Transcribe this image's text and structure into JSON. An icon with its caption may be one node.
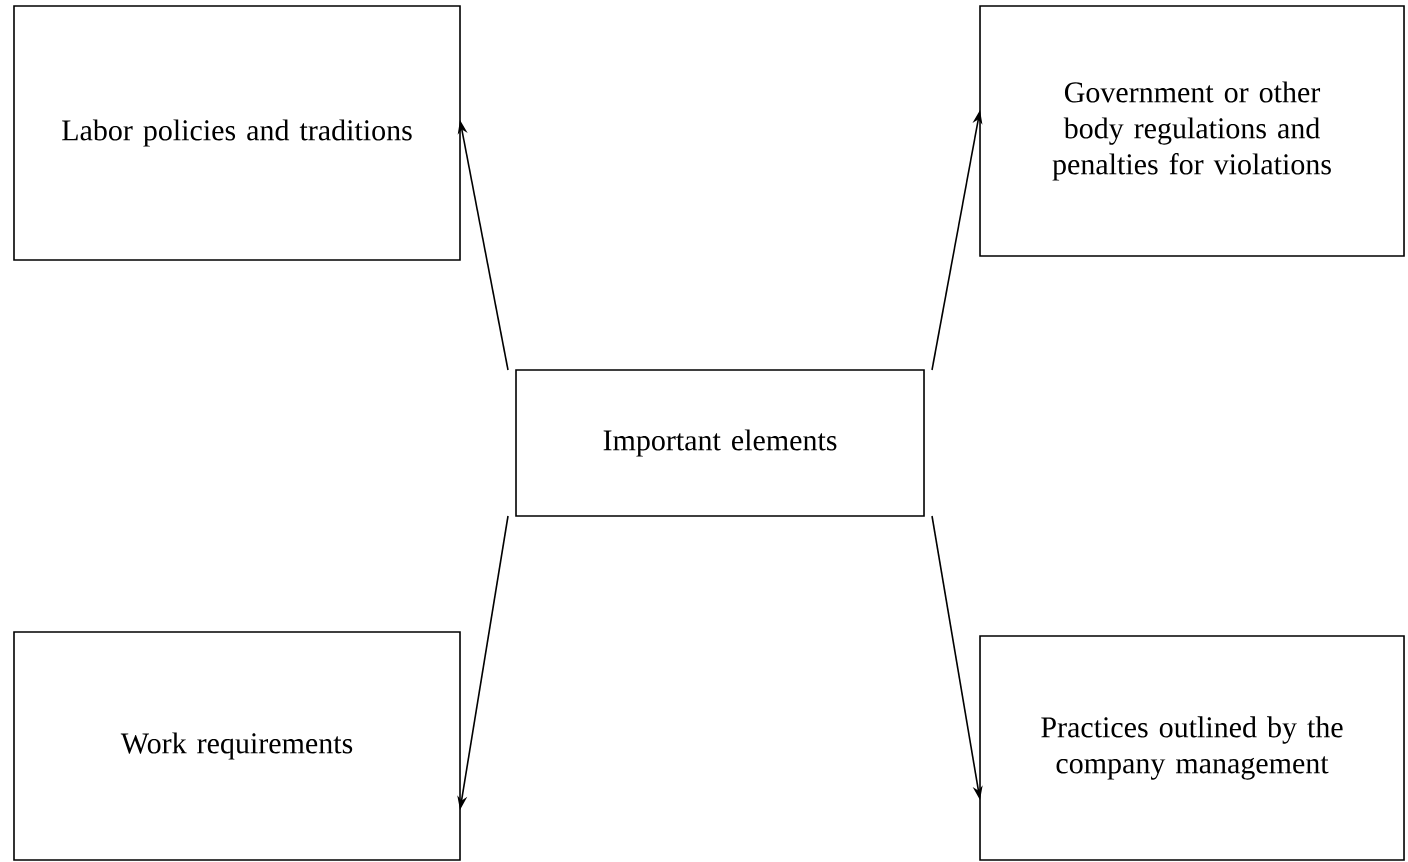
{
  "diagram": {
    "nodes": [
      {
        "text": [
          "Labor policies and traditions"
        ]
      },
      {
        "text": [
          "Government or other body regulations and penalties for violations"
        ]
      },
      {
        "text": [
          "Important elements"
        ]
      },
      {
        "text": [
          "Work requirements"
        ]
      },
      {
        "text": [
          "Practices outlined by the company management"
        ]
      }
    ],
    "edges": [
      {
        "from": 2,
        "to": 0,
        "arrow": "to"
      },
      {
        "from": 2,
        "to": 1,
        "arrow": "to"
      },
      {
        "from": 2,
        "to": 3,
        "arrow": "to"
      },
      {
        "from": 2,
        "to": 4,
        "arrow": "to"
      }
    ]
  }
}
